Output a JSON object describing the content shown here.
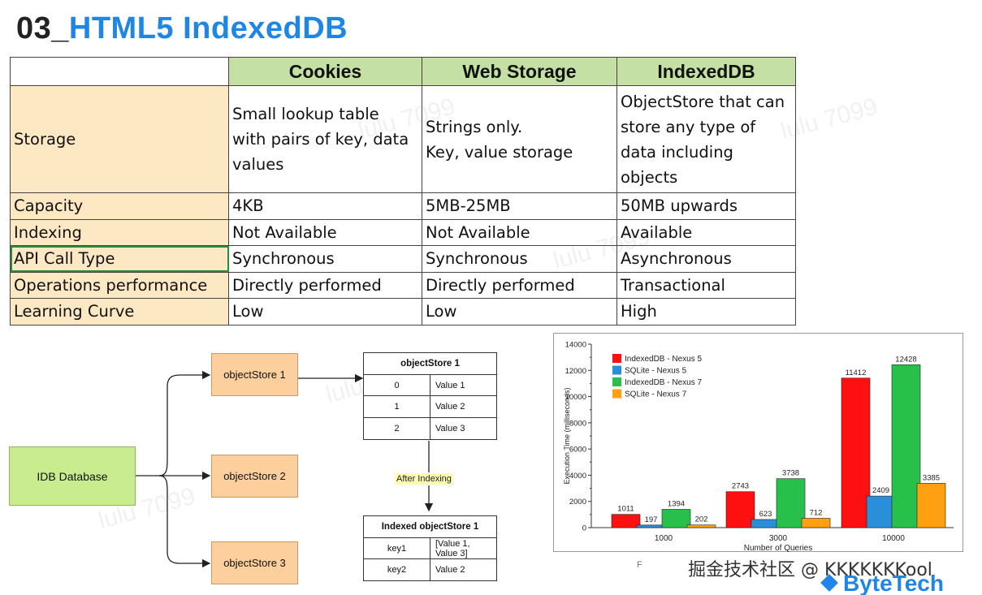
{
  "title": {
    "number": "03_",
    "text": "HTML5 IndexedDB"
  },
  "table": {
    "headers": [
      "",
      "Cookies",
      "Web Storage",
      "IndexedDB"
    ],
    "rows": [
      {
        "label": "Storage",
        "cells": [
          "Small lookup table with pairs of key, data values",
          "Strings only.\nKey, value storage",
          "ObjectStore that can store any type of data including objects"
        ]
      },
      {
        "label": "Capacity",
        "cells": [
          "4KB",
          "5MB-25MB",
          "50MB upwards"
        ]
      },
      {
        "label": "Indexing",
        "cells": [
          "Not Available",
          "Not Available",
          "Available"
        ]
      },
      {
        "label": "API Call Type",
        "cells": [
          "Synchronous",
          "Synchronous",
          "Asynchronous"
        ]
      },
      {
        "label": "Operations performance",
        "cells": [
          "Directly performed",
          "Directly performed",
          "Transactional"
        ]
      },
      {
        "label": "Learning Curve",
        "cells": [
          "Low",
          "Low",
          "High"
        ]
      }
    ]
  },
  "diagram": {
    "database": "IDB Database",
    "stores": [
      "objectStore 1",
      "objectStore 2",
      "objectStore 3"
    ],
    "store_table": {
      "title": "objectStore 1",
      "rows": [
        {
          "key": "0",
          "value": "Value 1"
        },
        {
          "key": "1",
          "value": "Value 2"
        },
        {
          "key": "2",
          "value": "Value 3"
        }
      ]
    },
    "after_label": "After Indexing",
    "indexed_table": {
      "title": "Indexed objectStore 1",
      "rows": [
        {
          "key": "key1",
          "value": "[Value 1, Value 3]"
        },
        {
          "key": "key2",
          "value": "Value 2"
        }
      ]
    }
  },
  "chart_data": {
    "type": "bar",
    "categories": [
      "1000",
      "3000",
      "10000"
    ],
    "series": [
      {
        "name": "IndexedDB - Nexus 5",
        "color": "#ff1010",
        "values": [
          1011,
          2743,
          11412
        ]
      },
      {
        "name": "SQLite - Nexus 5",
        "color": "#2a8fd8",
        "values": [
          197,
          623,
          2409
        ]
      },
      {
        "name": "IndexedDB - Nexus 7",
        "color": "#27c04a",
        "values": [
          1394,
          3738,
          12428
        ]
      },
      {
        "name": "SQLite - Nexus 7",
        "color": "#ffa010",
        "values": [
          202,
          712,
          3385
        ]
      }
    ],
    "xlabel": "Number of Queries",
    "ylabel": "Execution Time (milliseconds)",
    "ylim": [
      0,
      14000
    ],
    "yticks": [
      "0",
      "2000",
      "4000",
      "6000",
      "8000",
      "10000",
      "12000",
      "14000"
    ],
    "legend": "top-left"
  },
  "footer": {
    "caption_fragment": "F",
    "community": "掘金技术社区 @ KKKKKKKool",
    "logo": "ByteTech"
  },
  "watermark": "lulu 7099"
}
